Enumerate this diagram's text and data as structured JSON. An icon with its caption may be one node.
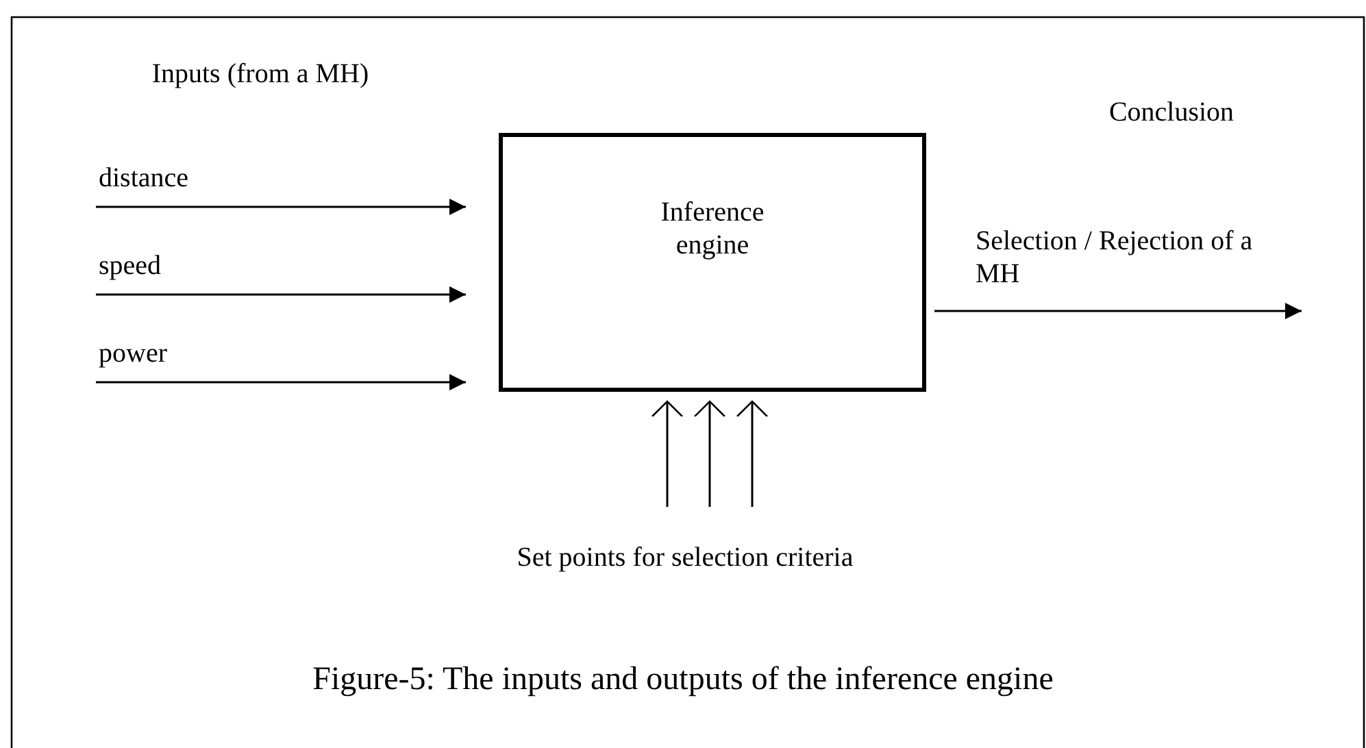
{
  "diagram": {
    "caption": "Figure-5: The inputs and outputs of the inference engine",
    "nodes": [
      {
        "text": [
          "Inference engine"
        ]
      },
      {
        "text": [
          "Set points for selection criteria"
        ]
      }
    ],
    "edges": [
      {
        "from": null,
        "to": 0,
        "arrow": "to",
        "label": "distance"
      },
      {
        "from": null,
        "to": 0,
        "arrow": "to",
        "label": "speed"
      },
      {
        "from": null,
        "to": 0,
        "arrow": "to",
        "label": "power"
      },
      {
        "from": 0,
        "to": null,
        "arrow": "to",
        "label": "Selection / Rejection of a MH"
      },
      {
        "from": 1,
        "to": 0,
        "arrow": "to"
      },
      {
        "from": 1,
        "to": 0,
        "arrow": "to"
      },
      {
        "from": 1,
        "to": 0,
        "arrow": "to"
      }
    ],
    "labels": [
      "Inputs (from a MH)",
      "Conclusion"
    ]
  }
}
